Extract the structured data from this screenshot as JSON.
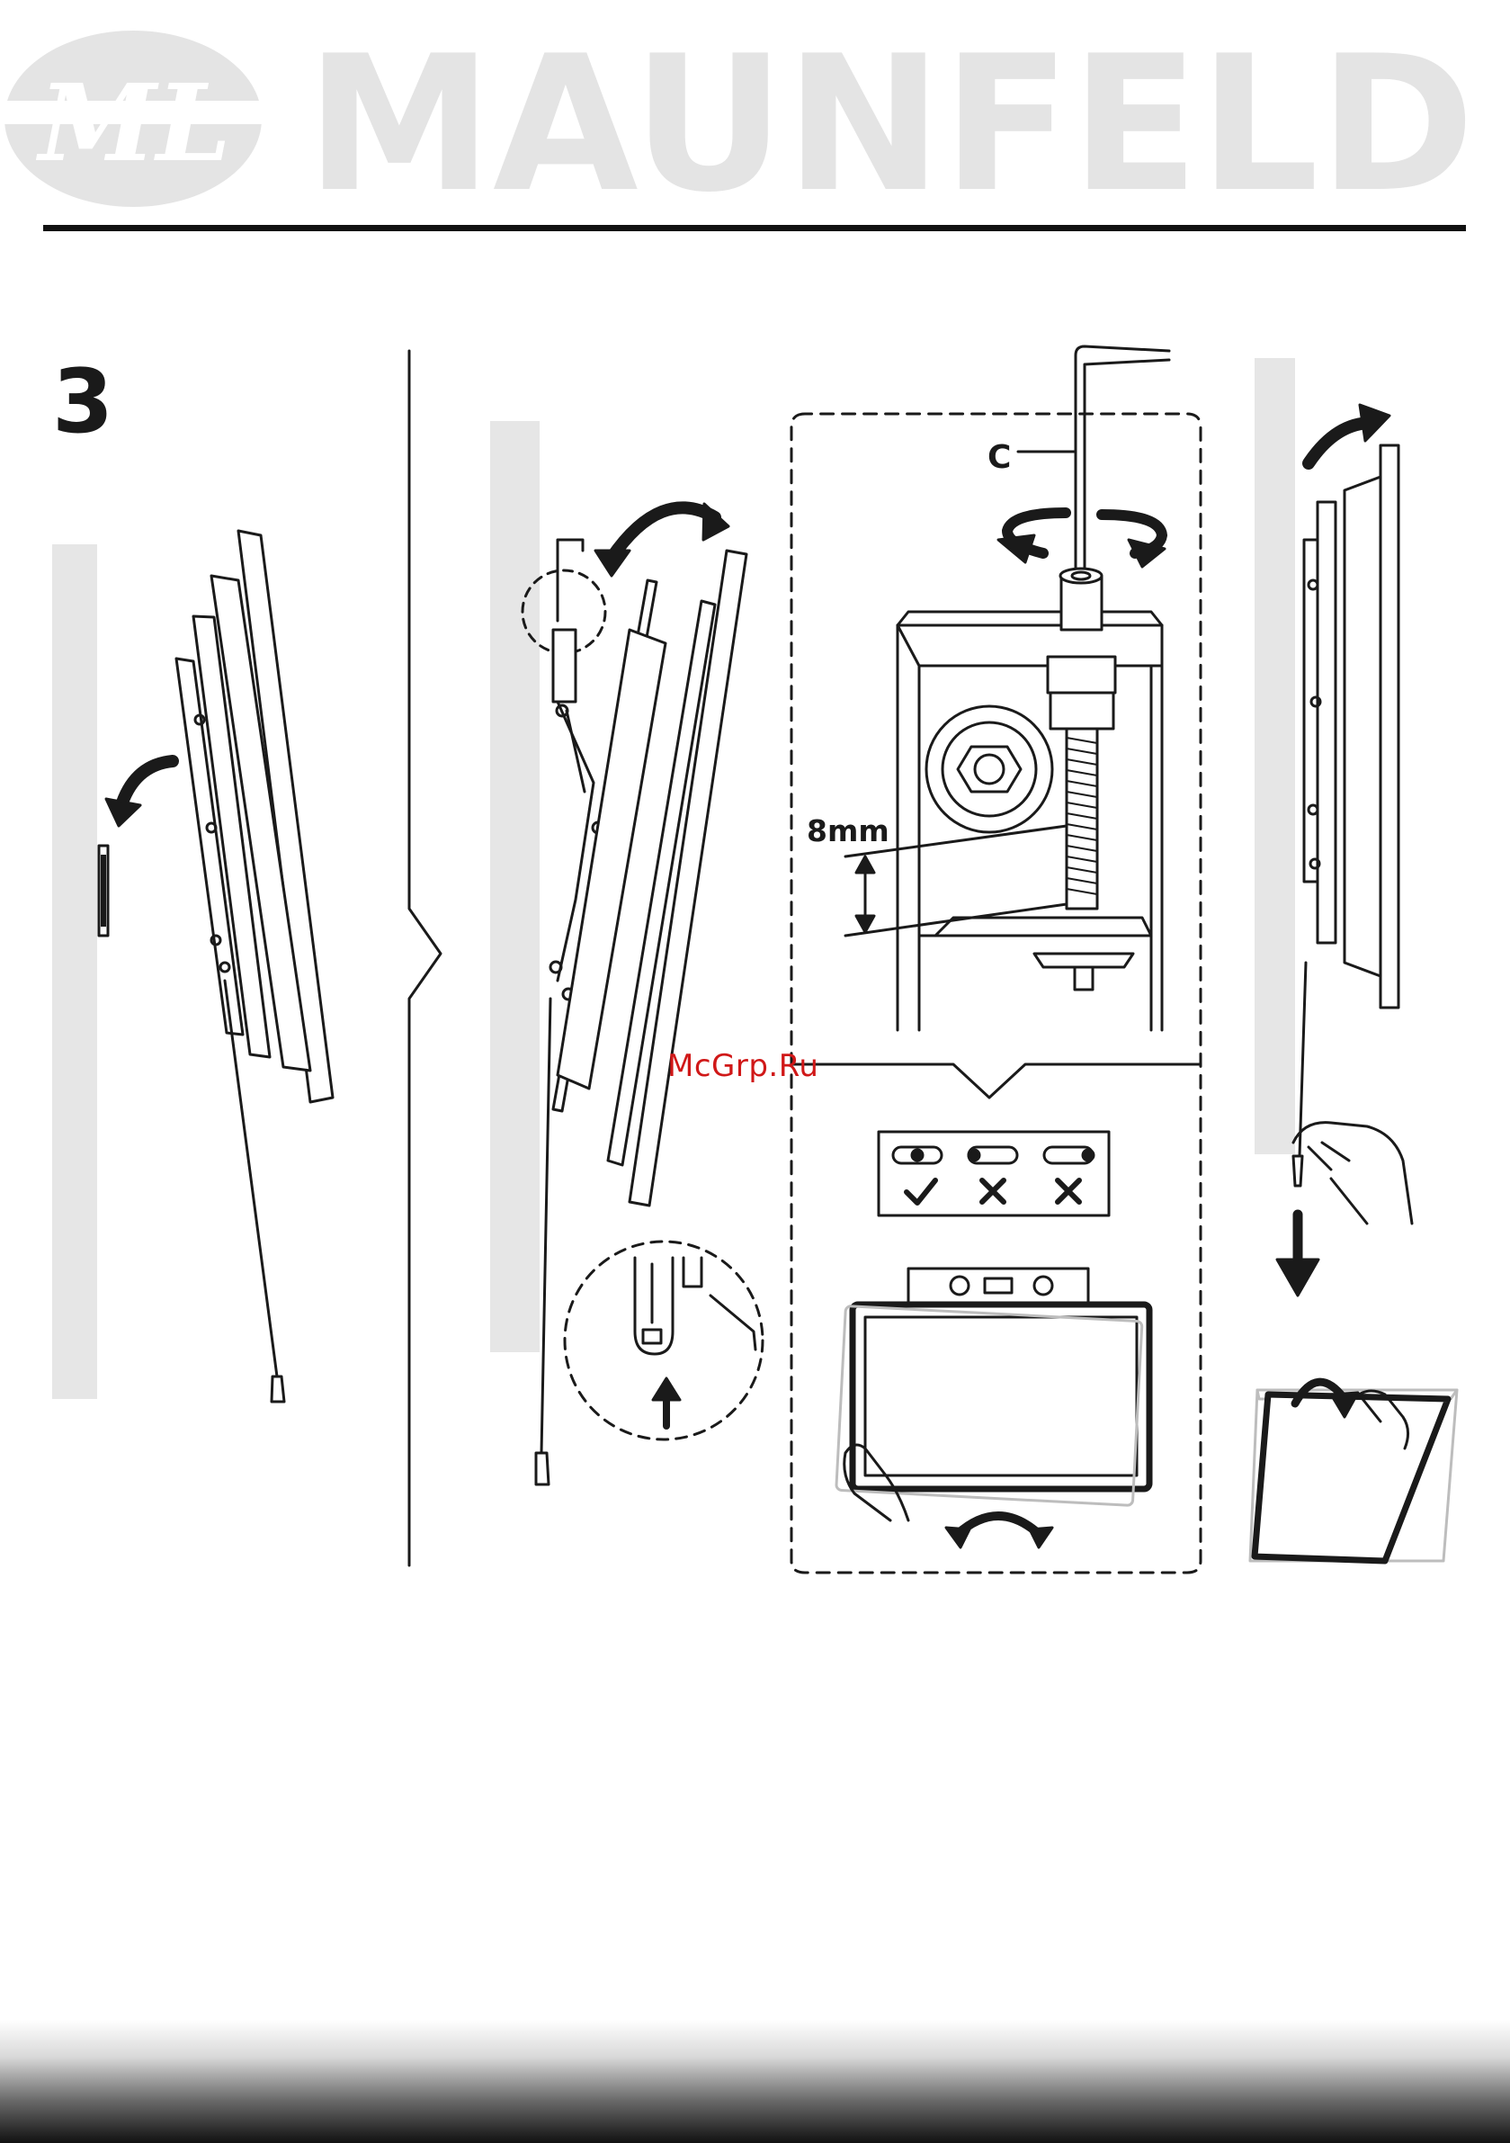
{
  "brand": {
    "name": "MAUNFELD",
    "logo_monogram": "ML",
    "color": "#e4e4e4"
  },
  "step": {
    "number": "3"
  },
  "callouts": {
    "part_letter": "C",
    "measurement": "8mm"
  },
  "level_check": {
    "options": [
      {
        "icon": "check-icon",
        "state": "correct"
      },
      {
        "icon": "cross-icon",
        "state": "wrong"
      },
      {
        "icon": "cross-icon",
        "state": "wrong"
      }
    ]
  },
  "watermark": {
    "text": "McGrp.Ru",
    "color": "#d01818"
  },
  "colors": {
    "wall": "#e6e6e6",
    "line": "#1a1a1a"
  }
}
